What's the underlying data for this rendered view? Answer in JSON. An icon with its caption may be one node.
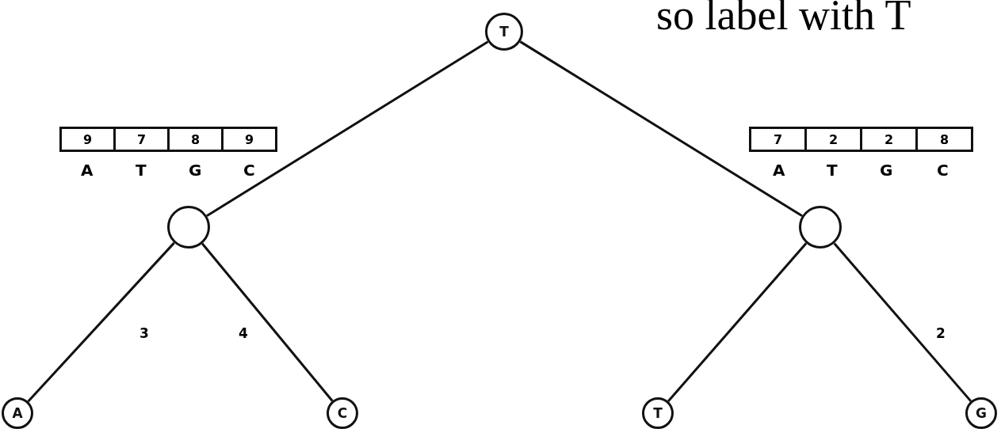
{
  "diagram": {
    "nodes": [
      {
        "text": [
          "T"
        ]
      },
      {
        "text": [],
        "shape": "circle"
      },
      {
        "text": [],
        "shape": "circle"
      },
      {
        "text": [
          "A"
        ]
      },
      {
        "text": [
          "C"
        ]
      },
      {
        "text": [
          "T"
        ]
      },
      {
        "text": [
          "G"
        ]
      }
    ],
    "edges": [
      {
        "from": 0,
        "to": 1,
        "arrow": "none"
      },
      {
        "from": 0,
        "to": 2,
        "arrow": "none"
      },
      {
        "from": 1,
        "to": 3,
        "label": "3",
        "arrow": "none"
      },
      {
        "from": 1,
        "to": 4,
        "label": "4",
        "arrow": "none"
      },
      {
        "from": 2,
        "to": 5,
        "arrow": "none"
      },
      {
        "from": 2,
        "to": 6,
        "label": "2",
        "arrow": "none"
      }
    ],
    "labels": [
      "so label with T",
      "9",
      "7",
      "8",
      "9",
      "7",
      "2",
      "2",
      "8",
      "A",
      "T",
      "G",
      "C",
      "A",
      "T",
      "G",
      "C"
    ]
  }
}
